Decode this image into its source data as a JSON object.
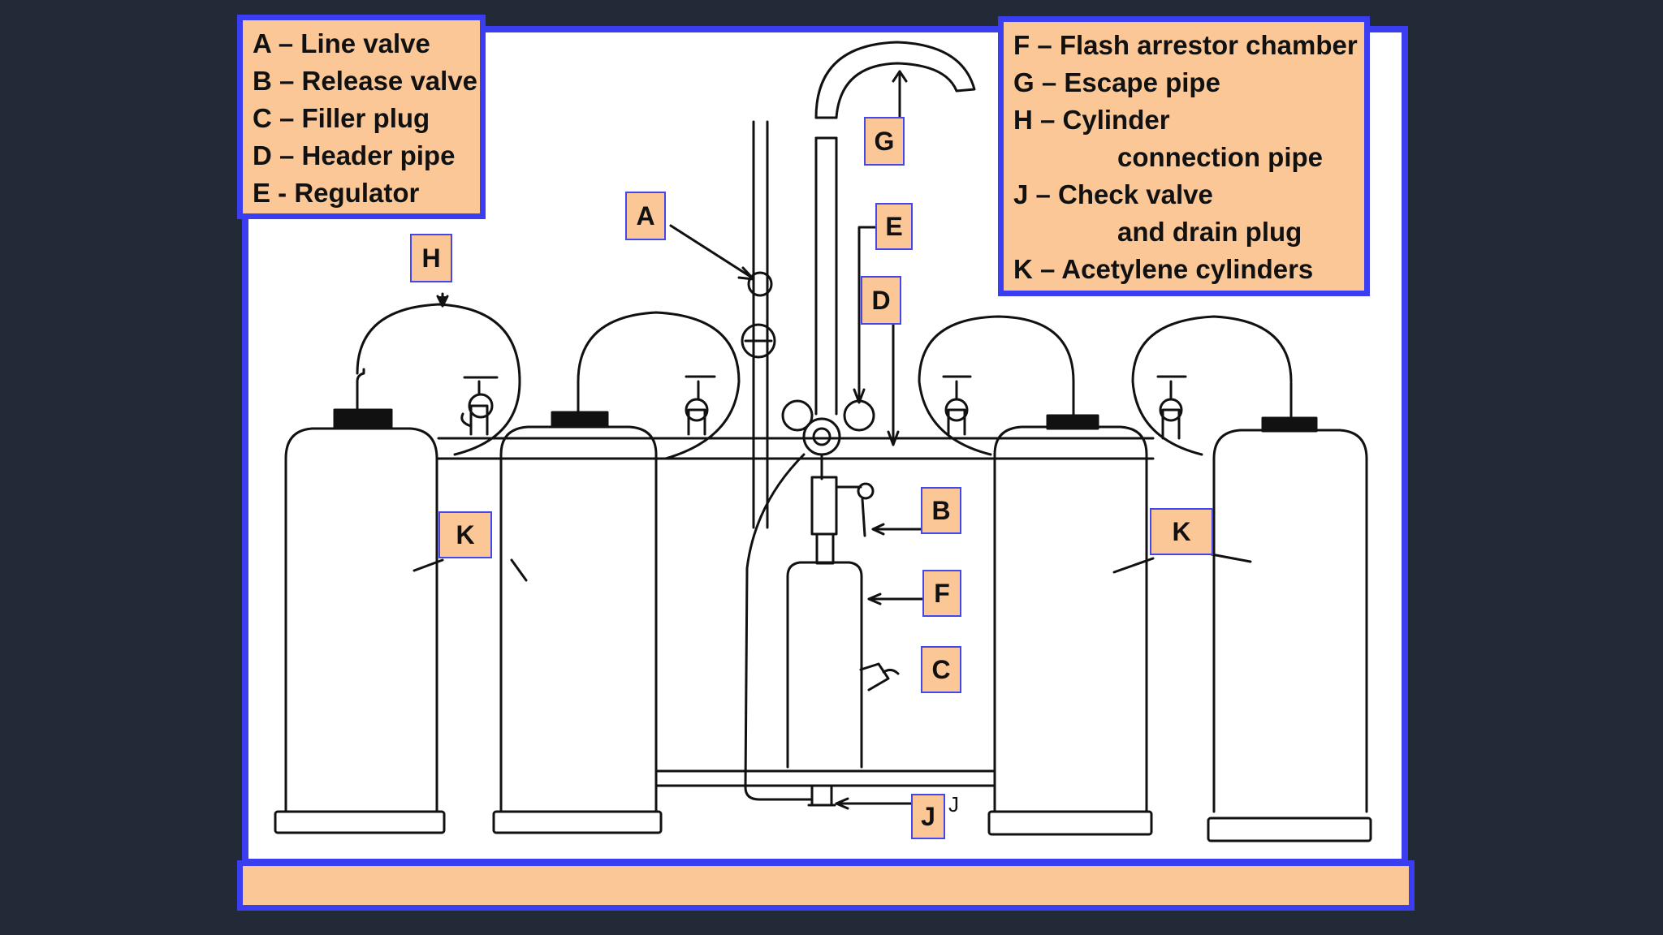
{
  "legend_left": {
    "items": [
      "A – Line valve",
      "B – Release valve",
      "C – Filler plug",
      "D – Header pipe",
      "E - Regulator"
    ]
  },
  "legend_right": {
    "items": [
      "F – Flash arrestor chamber",
      "G – Escape pipe",
      "H – Cylinder",
      "connection pipe",
      "J – Check valve",
      "and drain plug",
      "K – Acetylene cylinders"
    ]
  },
  "tags": {
    "A": "A",
    "B": "B",
    "C": "C",
    "D": "D",
    "E": "E",
    "F": "F",
    "G": "G",
    "H": "H",
    "J": "J",
    "K1": "K",
    "K2": "K"
  },
  "drawing_letter_j": "J",
  "colors": {
    "background": "#222a38",
    "label_fill": "#fcc796",
    "border_blue": "#3a3ef0",
    "line": "#111111"
  }
}
